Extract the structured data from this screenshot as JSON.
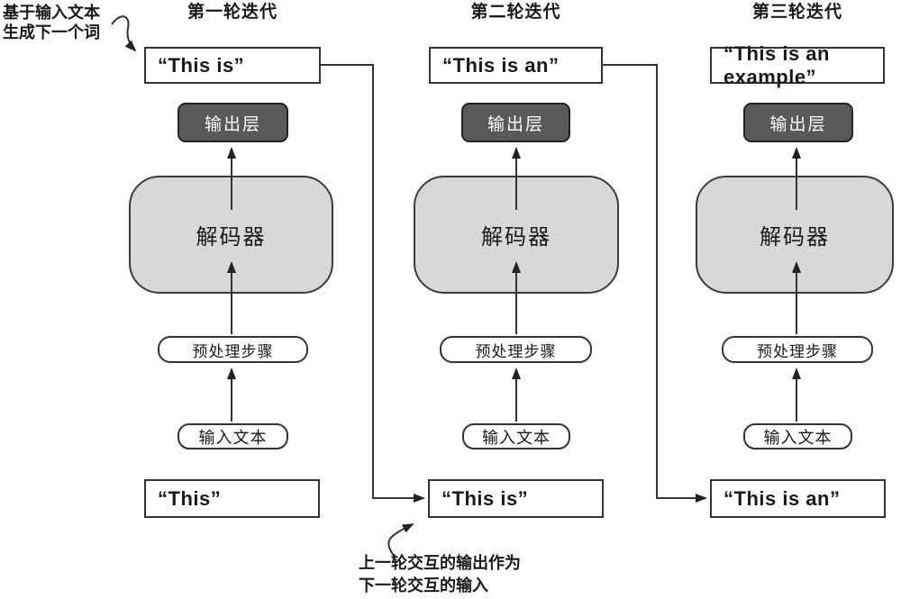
{
  "palette": {
    "background": "#ffffff",
    "line": "#333333",
    "box_border": "#333333",
    "box_fill": "#ffffff",
    "output_layer_fill": "#58595b",
    "output_layer_text": "#ffffff",
    "decoder_fill": "#d8d8d8",
    "text": "#1a1a1a"
  },
  "annotations": {
    "top_left_line1": "基于输入文本",
    "top_left_line2": "生成下一个词",
    "bottom_line1": "上一轮交互的输出作为",
    "bottom_line2": "下一轮交互的输入"
  },
  "labels": {
    "output_layer": "输出层",
    "decoder": "解码器",
    "preprocess": "预处理步骤",
    "input_text": "输入文本"
  },
  "columns": [
    {
      "header": "第一轮迭代",
      "generated_text": "“This is”",
      "input_text_value": "“This”"
    },
    {
      "header": "第二轮迭代",
      "generated_text": "“This is an”",
      "input_text_value": "“This is”"
    },
    {
      "header": "第三轮迭代",
      "generated_text": "“This is an example”",
      "input_text_value": "“This is an”"
    }
  ]
}
